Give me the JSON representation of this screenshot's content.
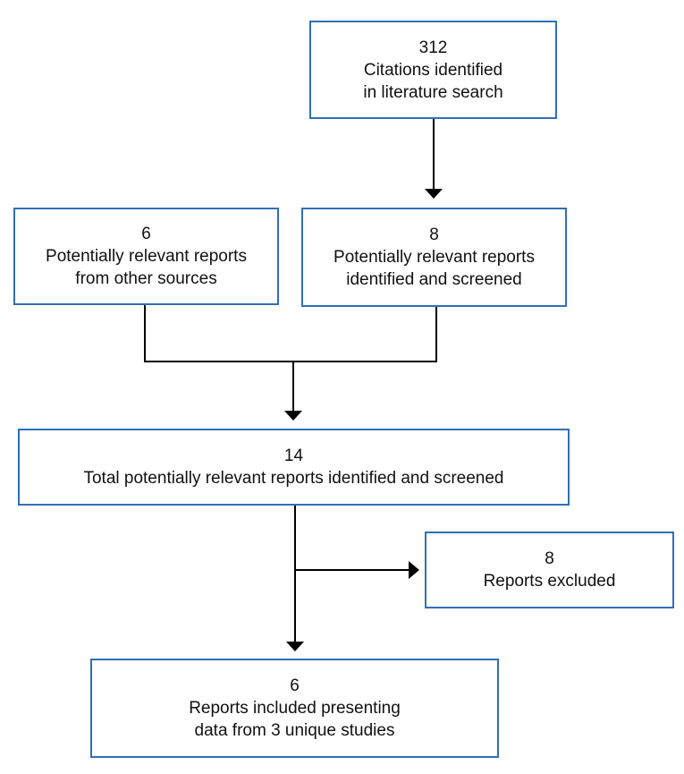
{
  "diagram": {
    "search": {
      "count": "312",
      "line1": "Citations identified",
      "line2": "in literature search"
    },
    "other_sources": {
      "count": "6",
      "line1": "Potentially relevant reports",
      "line2": "from other sources"
    },
    "screened": {
      "count": "8",
      "line1": "Potentially relevant reports",
      "line2": "identified and screened"
    },
    "total": {
      "count": "14",
      "line1": "Total potentially relevant reports identified and screened"
    },
    "excluded": {
      "count": "8",
      "line1": "Reports excluded"
    },
    "included": {
      "count": "6",
      "line1": "Reports included presenting",
      "line2": "data from 3 unique studies"
    }
  }
}
